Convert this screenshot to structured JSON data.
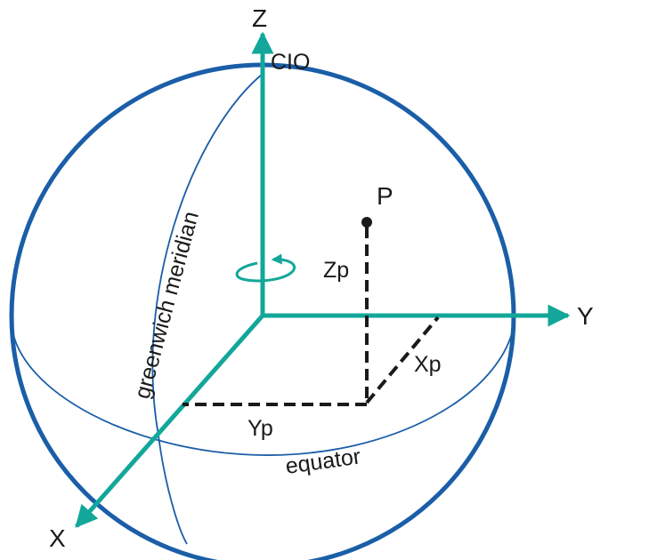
{
  "labels": {
    "z_axis": "Z",
    "y_axis": "Y",
    "x_axis": "X",
    "cio": "CIO",
    "point": "P",
    "zp": "Zp",
    "yp": "Yp",
    "xp": "Xp",
    "meridian": "greenwich meridian",
    "equator": "equator"
  },
  "colors": {
    "sphere": "#1b5ea8",
    "axes": "#12a79a",
    "coordinate_lines": "#1a1a1a"
  }
}
